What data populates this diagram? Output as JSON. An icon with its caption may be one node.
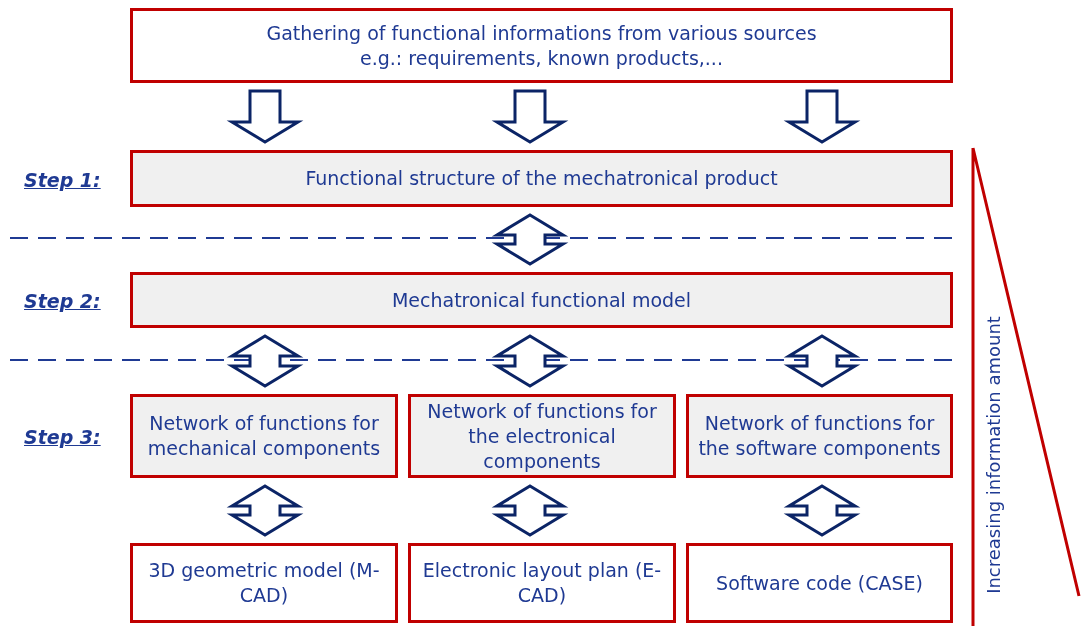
{
  "diagram": {
    "nodes": [
      {
        "text": [
          "Gathering of functional informations from various sources",
          "e.g.: requirements, known products,..."
        ]
      },
      {
        "text": [
          "Functional structure of the mechatronical product"
        ],
        "beside": [
          "Step 1:"
        ]
      },
      {
        "text": [
          "Mechatronical functional model"
        ],
        "beside": [
          "Step 2:"
        ]
      },
      {
        "text": [
          "Network of functions for mechanical components"
        ],
        "beside": [
          "Step 3:"
        ]
      },
      {
        "text": [
          "Network of functions for the electronical components"
        ]
      },
      {
        "text": [
          "Network of functions for the software components"
        ]
      },
      {
        "text": [
          "3D geometric model (M-CAD)"
        ]
      },
      {
        "text": [
          "Electronic layout plan (E-CAD)"
        ]
      },
      {
        "text": [
          "Software code (CASE)"
        ]
      }
    ],
    "edges": [
      {
        "from": 0,
        "to": 1,
        "arrow": "to"
      },
      {
        "from": 0,
        "to": 1,
        "arrow": "to"
      },
      {
        "from": 0,
        "to": 1,
        "arrow": "to"
      },
      {
        "from": 1,
        "to": 2,
        "arrow": "both"
      },
      {
        "from": 2,
        "to": 3,
        "arrow": "both"
      },
      {
        "from": 2,
        "to": 4,
        "arrow": "both"
      },
      {
        "from": 2,
        "to": 5,
        "arrow": "both"
      },
      {
        "from": 3,
        "to": 6,
        "arrow": "both"
      },
      {
        "from": 4,
        "to": 7,
        "arrow": "both"
      },
      {
        "from": 5,
        "to": 8,
        "arrow": "both"
      }
    ],
    "labels": [
      "Increasing information amount"
    ]
  }
}
